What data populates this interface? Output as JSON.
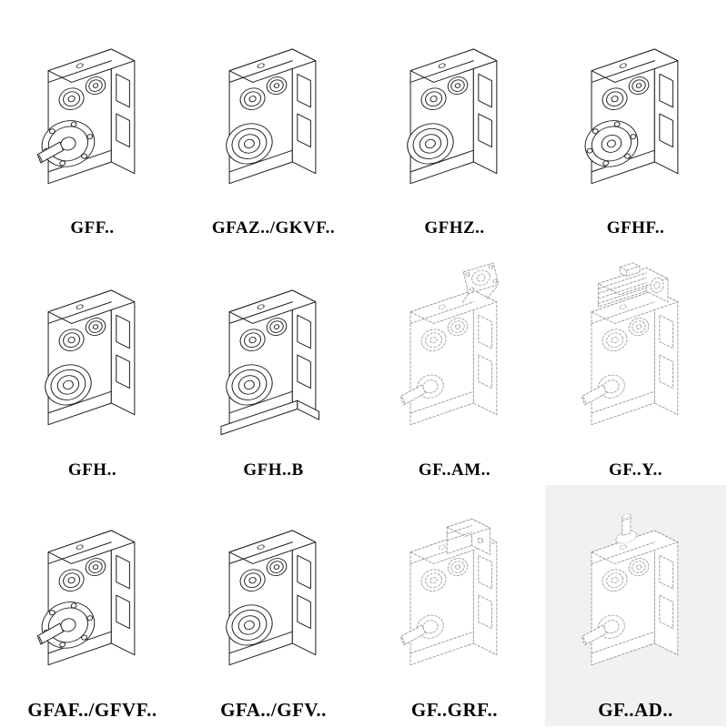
{
  "page": {
    "title": "Gear units mounting variants catalog",
    "background": "#ffffff",
    "panel_background": "#f1f1ef"
  },
  "colors": {
    "line": "#1f1f1f",
    "light_line": "#8f8f8f",
    "label": "#000000"
  },
  "grid": {
    "columns": 4,
    "rows": 3,
    "cells": [
      {
        "label": "GFF..",
        "icon": "gearbox-flange-shaft-drawing",
        "style": "solid"
      },
      {
        "label": "GFAZ../GKVF..",
        "icon": "gearbox-hollow-bore-drawing",
        "style": "solid"
      },
      {
        "label": "GFHZ..",
        "icon": "gearbox-hollow-bore-drawing",
        "style": "solid"
      },
      {
        "label": "GFHF..",
        "icon": "gearbox-flange-holes-drawing",
        "style": "solid"
      },
      {
        "label": "GFH..",
        "icon": "gearbox-hollow-bore-drawing",
        "style": "solid"
      },
      {
        "label": "GFH..B",
        "icon": "gearbox-hollow-bore-foot-drawing",
        "style": "solid"
      },
      {
        "label": "GF..AM..",
        "icon": "gearbox-iec-adapter-flange-drawing",
        "style": "light"
      },
      {
        "label": "GF..Y..",
        "icon": "gearbox-with-motor-drawing",
        "style": "light"
      },
      {
        "label": "GFAF../GFVF..",
        "icon": "gearbox-flange-shaft-drawing",
        "style": "solid"
      },
      {
        "label": "GFA../GFV..",
        "icon": "gearbox-hollow-bore-drawing",
        "style": "solid"
      },
      {
        "label": "GF..GRF..",
        "icon": "gearbox-gear-adapter-drawing",
        "style": "light"
      },
      {
        "label": "GF..AD..",
        "icon": "gearbox-input-shaft-adapter-drawing",
        "style": "light"
      }
    ]
  }
}
